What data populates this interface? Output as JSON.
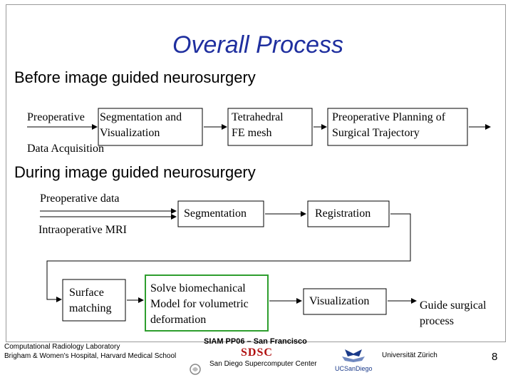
{
  "slide": {
    "title": "Overall Process",
    "section_before": "Before image guided neurosurgery",
    "section_during": "During image guided neurosurgery"
  },
  "before": {
    "preop_label_line1": "Preoperative",
    "preop_label_line2": "Data Acquisition",
    "segmentation_line1": "Segmentation and",
    "segmentation_line2": "Visualization",
    "tetra_line1": "Tetrahedral",
    "tetra_line2": "FE mesh",
    "planning_line1": "Preoperative Planning of",
    "planning_line2": "Surgical Trajectory"
  },
  "during": {
    "preop_data": "Preoperative data",
    "intraop_mri": "Intraoperative MRI",
    "segmentation": "Segmentation",
    "registration": "Registration",
    "surface_line1": "Surface",
    "surface_line2": "matching",
    "solve_line1": "Solve biomechanical",
    "solve_line2": "Model for volumetric",
    "solve_line3": "deformation",
    "visualization": "Visualization",
    "guide_line1": "Guide surgical",
    "guide_line2": "process"
  },
  "colors": {
    "title": "#1f2f9f",
    "solve_border": "#2e9e2e",
    "sdsc_red": "#b01010",
    "ucsd_blue": "#1a3a8a"
  },
  "footer": {
    "lab_line1": "Computational Radiology Laboratory",
    "lab_line2": "Brigham & Women's Hospital, Harvard Medical School",
    "conference": "SIAM PP06 – San Francisco",
    "sdsc_logo": "SDSC",
    "sdsc_name": "San Diego Supercomputer Center",
    "ucsd_logo": "UCSanDiego",
    "university": "Universität Zürich",
    "page_number": "8"
  }
}
